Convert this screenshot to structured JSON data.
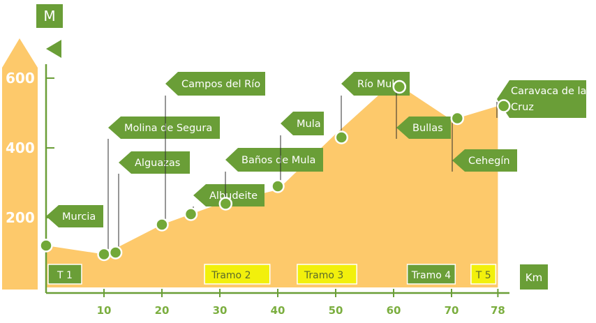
{
  "chart_data": {
    "type": "area",
    "y_unit_label": "M",
    "x_unit_label": "Km",
    "x_ticks": [
      10,
      20,
      30,
      40,
      50,
      60,
      70,
      78
    ],
    "y_ticks": [
      200,
      400,
      600
    ],
    "xlim": [
      0,
      78
    ],
    "profile": {
      "x": [
        0,
        10,
        20,
        30,
        40,
        50,
        60,
        70,
        78
      ],
      "y": [
        120,
        95,
        180,
        240,
        280,
        440,
        590,
        480,
        520
      ]
    },
    "stops": [
      {
        "name": "Murcia",
        "x": 0,
        "y": 120
      },
      {
        "name": "Molina de Segura",
        "x": 10,
        "y": 95
      },
      {
        "name": "Alguazas",
        "x": 12,
        "y": 100
      },
      {
        "name": "Campos del Río",
        "x": 20,
        "y": 180
      },
      {
        "name": "Albudeite",
        "x": 25,
        "y": 210
      },
      {
        "name": "Baños de Mula",
        "x": 31,
        "y": 240
      },
      {
        "name": "Mula",
        "x": 40,
        "y": 290
      },
      {
        "name": "Río Mula",
        "x": 51,
        "y": 430
      },
      {
        "name": "Bullas",
        "x": 61,
        "y": 575
      },
      {
        "name": "Cehegín",
        "x": 71,
        "y": 485
      },
      {
        "name": "Caravaca de la Cruz",
        "x": 79,
        "y": 520
      }
    ],
    "sections": [
      {
        "label": "T 1",
        "style": "green",
        "x_start": 0,
        "x_end": 6.5
      },
      {
        "label": "Tramo 2",
        "style": "yellow",
        "x_start": 27,
        "x_end": 39
      },
      {
        "label": "Tramo 3",
        "style": "yellow",
        "x_start": 43,
        "x_end": 54
      },
      {
        "label": "Tramo 4",
        "style": "green",
        "x_start": 62,
        "x_end": 71
      },
      {
        "label": "T 5",
        "style": "yellow",
        "x_start": 73,
        "x_end": 78
      }
    ],
    "colors": {
      "area": "#fdc96b",
      "marker": "#72a838",
      "marker_stroke": "#ffffff",
      "label_bg": "#6a9e37",
      "tick_label": "#7bae3f",
      "axis": "#6a9e37",
      "section_yellow": "#f2f00c",
      "section_yellow_text": "#5c6b2a"
    }
  }
}
